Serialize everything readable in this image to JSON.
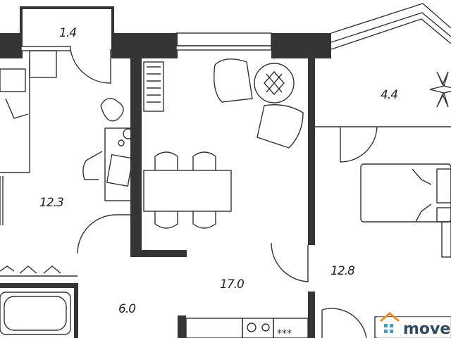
{
  "rooms": [
    {
      "id": "balcony-small",
      "area": "1.4"
    },
    {
      "id": "bedroom-left",
      "area": "12.3"
    },
    {
      "id": "living-kitchen",
      "area": "17.0"
    },
    {
      "id": "bathroom",
      "area": "6.0"
    },
    {
      "id": "bedroom-right",
      "area": "12.8"
    },
    {
      "id": "balcony-bay",
      "area": "4.4"
    }
  ],
  "logo": {
    "text": "move",
    "accent": "#f08a24",
    "brand": "#2f4a5e",
    "icon_color": "#3aa3c9"
  },
  "colors": {
    "wall": "#353535",
    "line": "#333333",
    "background": "#ffffff"
  }
}
